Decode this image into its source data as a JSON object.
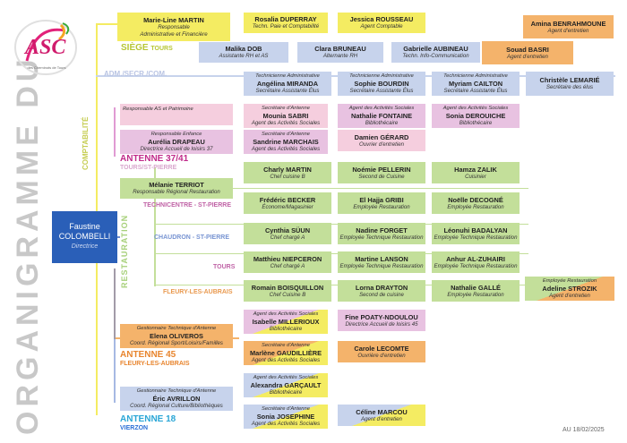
{
  "title": "ORGANIGRAMME DU",
  "logo": {
    "letters": "ASC",
    "caption": "des Cheminots de Tours"
  },
  "director": {
    "name1": "Faustine",
    "name2": "COLOMBELLI",
    "role": "Directrice"
  },
  "date": "AU 18/02/2025",
  "labels": {
    "siege": "SIÈGE",
    "siege_tours": "TOURS",
    "adm": "ADM./SECR./COM.",
    "comptabilite": "COMPTABILITÉ",
    "antenne3741": "ANTENNE 37/41",
    "tours_st_pierre": "TOURS/ST-PIERRE",
    "restauration": "RESTAURATION",
    "technicentre": "TECHNICENTRE - ST-PIERRE",
    "chaudron": "CHAUDRON - ST-PIERRE",
    "tours": "TOURS",
    "fleury": "FLEURY-LES-AUBRAIS",
    "antenne45": "ANTENNE 45",
    "antenne45_sub": "FLEURY-LES-AUBRAIS",
    "antenne18": "ANTENNE 18",
    "antenne18_sub": "VIERZON"
  },
  "boxes": {
    "martin_ml": {
      "name": "Marie-Line MARTIN",
      "role": "Responsable",
      "role2": "Administrative et Financière"
    },
    "duperray": {
      "name": "Rosalia DUPERRAY",
      "role": "Techn. Paie et Comptabilité"
    },
    "rousseau": {
      "name": "Jessica ROUSSEAU",
      "role": "Agent Comptable"
    },
    "benrahmoune": {
      "name": "Amina BENRAHMOUNE",
      "role": "Agent d'entretien"
    },
    "dob": {
      "name": "Malika DOB",
      "role": "Assistante RH et AS"
    },
    "bruneau": {
      "name": "Clara BRUNEAU",
      "role": "Alternante RH"
    },
    "aubineau": {
      "name": "Gabrielle AUBINEAU",
      "role": "Techn. Info-Communication"
    },
    "basri": {
      "name": "Souad BASRI",
      "role": "Agent d'entretien"
    },
    "miranda": {
      "top": "Technicienne Administrative",
      "name": "Angélina MIRANDA",
      "role": "Secrétaire Assistante Élus"
    },
    "bourdin": {
      "top": "Technicienne Administrative",
      "name": "Sophie BOURDIN",
      "role": "Secrétaire Assistante Élus"
    },
    "calton": {
      "top": "Technicienne Administrative",
      "name": "Myriam CAILTON",
      "role": "Secrétaire Assistante Élus"
    },
    "lemarie": {
      "name": "Christèle LEMARIÉ",
      "role": "Secrétaire des élus"
    },
    "resp_as": {
      "top": "Responsable AS et Patrimoine"
    },
    "sabri": {
      "top": "Secrétaire d'Antenne",
      "name": "Mounia SABRI",
      "role": "Agent des Activités Sociales"
    },
    "fontaine": {
      "top": "Agent des Activités Sociales",
      "name": "Nathalie FONTAINE",
      "role": "Bibliothécaire"
    },
    "derouiche": {
      "top": "Agent des Activités Sociales",
      "name": "Sonia DEROUICHE",
      "role": "Bibliothécaire"
    },
    "drapeau": {
      "top": "Responsable Enfance",
      "name": "Aurélia DRAPEAU",
      "role": "Directrice Accueil de loisirs 37"
    },
    "marchais": {
      "top": "Secrétaire d'Antenne",
      "name": "Sandrine MARCHAIS",
      "role": "Agent des Activités Sociales"
    },
    "gerard": {
      "name": "Damien GÉRARD",
      "role": "Ouvrier d'entretien"
    },
    "terriot": {
      "name": "Mélanie TERRIOT",
      "role": "Responsable Régional Restauration"
    },
    "martin_c": {
      "name": "Charly MARTIN",
      "role": "Chef cuisine B"
    },
    "pellerin": {
      "name": "Noémie PELLERIN",
      "role": "Second de Cuisine"
    },
    "zalik": {
      "name": "Hamza ZALIK",
      "role": "Cuisinier"
    },
    "becker": {
      "name": "Frédéric BECKER",
      "role": "Économe/Magasinier"
    },
    "gribi": {
      "name": "El Hajja GRIBI",
      "role": "Employée Restauration"
    },
    "decogne": {
      "name": "Noëlle DECOGNÉ",
      "role": "Employée Restauration"
    },
    "suun": {
      "name": "Cynthia SÜUN",
      "role": "Chef chargé A"
    },
    "forget": {
      "name": "Nadine FORGET",
      "role": "Employée Technique Restauration"
    },
    "badalyan": {
      "name": "Léonuhi BADALYAN",
      "role": "Employée Technique Restauration"
    },
    "niepceron": {
      "name": "Matthieu NIEPCERON",
      "role": "Chef chargé A"
    },
    "lanson": {
      "name": "Martine LANSON",
      "role": "Employée Technique Restauration"
    },
    "alzuhairi": {
      "name": "Anhur AL-ZUHAIRI",
      "role": "Employée Technique Restauration"
    },
    "boisquillon": {
      "name": "Romain BOISQUILLON",
      "role": "Chef Cuisine B"
    },
    "drayton": {
      "name": "Lorna DRAYTON",
      "role": "Second de cuisine"
    },
    "galle": {
      "name": "Nathalie GALLÉ",
      "role": "Employée Restauration"
    },
    "strozik": {
      "top": "Employée Restauration",
      "name": "Adeline STROZIK",
      "role": "Agent d'entretien"
    },
    "millerioux": {
      "top": "Agent des Activités Sociales",
      "name": "Isabelle MILLERIOUX",
      "role": "Bibliothécaire"
    },
    "poaty": {
      "name": "Fine POATY-NDOULOU",
      "role": "Directrice Accueil de loisirs 45"
    },
    "oliveros": {
      "top": "Gestionnaire Technique d'Antenne",
      "name": "Elena OLIVEROS",
      "role": "Coord. Régional Sport/Loisirs/Familles"
    },
    "gaudilliere": {
      "top": "Secrétaire d'Antenne",
      "name": "Marlène GAUDILLIÈRE",
      "role": "Agent des Activités Sociales"
    },
    "lecomte": {
      "name": "Carole LECOMTE",
      "role": "Ouvrière d'entretien"
    },
    "garcault": {
      "top": "Agent des Activités Sociales",
      "name": "Alexandra GARÇAULT",
      "role": "Bibliothécaire"
    },
    "avrillon": {
      "top": "Gestionnaire Technique d'Antenne",
      "name": "Éric AVRILLON",
      "role": "Coord. Régional Culture/Bibliothèques"
    },
    "josephine": {
      "top": "Secrétaire d'Antenne",
      "name": "Sonia JOSEPHINE",
      "role": "Agent des Activités Sociales"
    },
    "marcou": {
      "name": "Céline MARCOU",
      "role": "Agent d'entretien"
    }
  }
}
